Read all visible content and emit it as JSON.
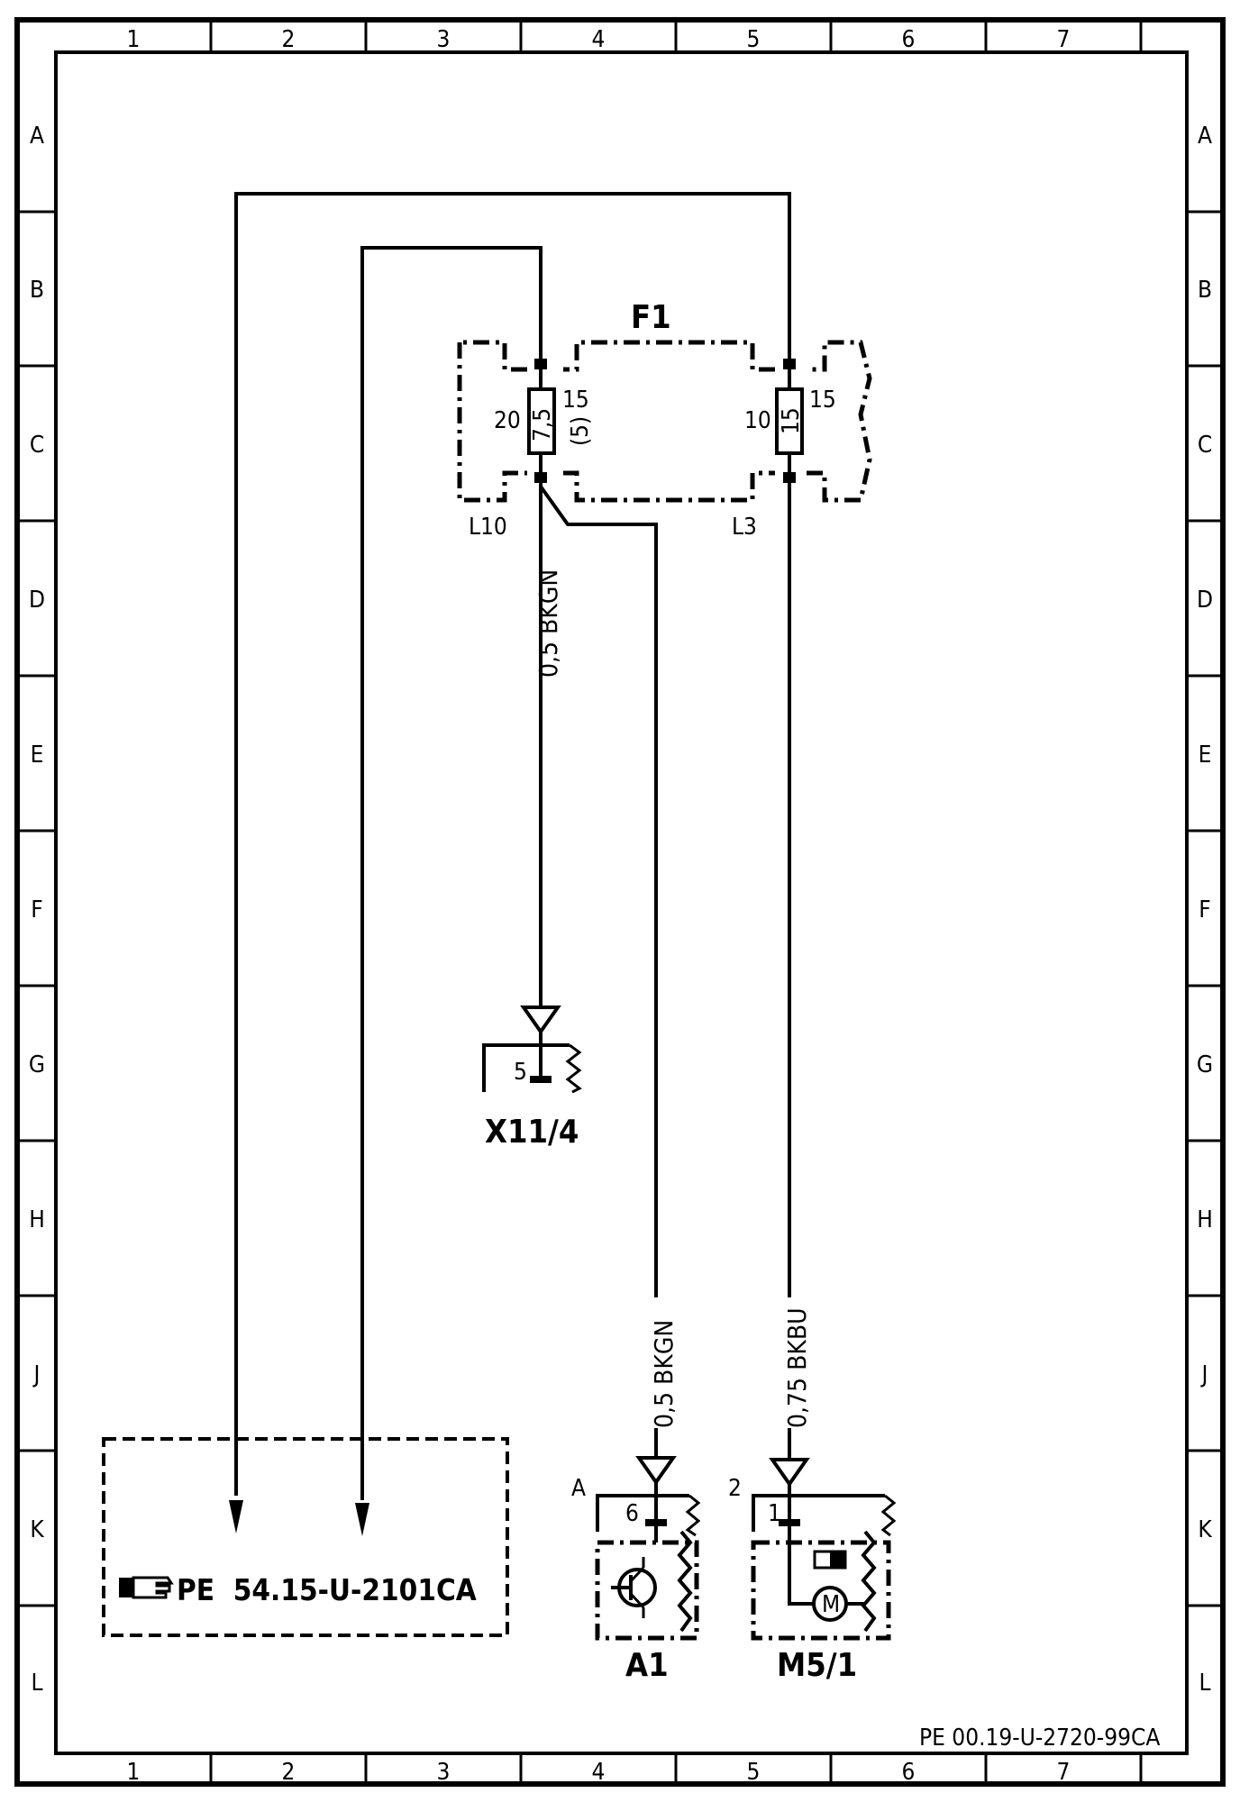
{
  "grid": {
    "columns": [
      "1",
      "2",
      "3",
      "4",
      "5",
      "6",
      "7"
    ],
    "rows": [
      "A",
      "B",
      "C",
      "D",
      "E",
      "F",
      "G",
      "H",
      "J",
      "K",
      "L"
    ]
  },
  "components": {
    "fuse_box": {
      "label": "F1",
      "left_line": "L10",
      "right_line": "L3"
    },
    "fuse_left": {
      "rating": "7,5",
      "pin_in": "20",
      "pin_out": "15",
      "pin_alt": "(5)"
    },
    "fuse_right": {
      "rating": "15",
      "pin_in": "10",
      "pin_out": "15"
    },
    "connector": {
      "label": "X11/4",
      "pin": "5"
    },
    "control_unit": {
      "label": "A1",
      "connector": "A",
      "pin": "6"
    },
    "motor": {
      "label": "M5/1",
      "connector": "2",
      "pin": "1",
      "motor_symbol": "M"
    }
  },
  "wires": {
    "w1": "0,5 BKGN",
    "w2": "0,5 BKGN",
    "w3": "0,75 BKBU"
  },
  "reference": {
    "icon": "pointing-hand-icon",
    "text": "PE  54.15-U-2101CA"
  },
  "diagram_id": "PE 00.19-U-2720-99CA"
}
